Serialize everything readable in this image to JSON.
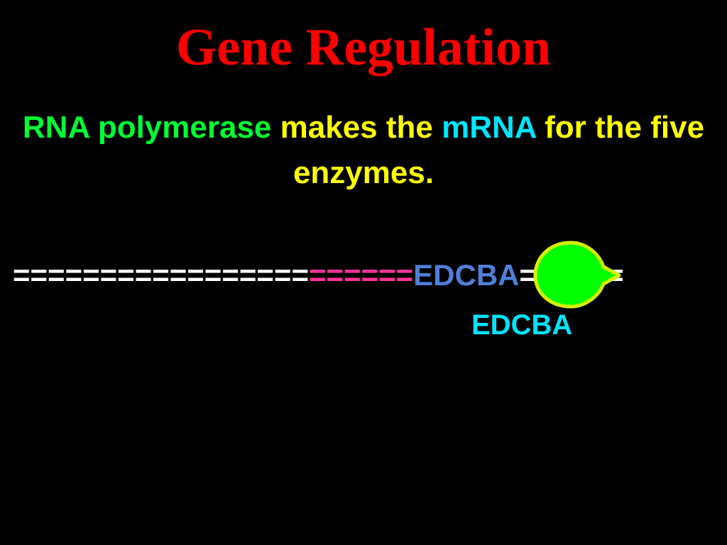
{
  "title": "Gene Regulation",
  "subtitle": {
    "part1": "RNA polymerase",
    "part2": " makes the ",
    "part3": "mRNA",
    "part4": " for the five enzymes."
  },
  "dna": {
    "segment_white_left": "=================",
    "segment_promoter": "======",
    "segment_genes": "EDCBA",
    "segment_white_right": "======"
  },
  "mrna_label": "EDCBA",
  "colors": {
    "background": "#000000",
    "title": "#ff0000",
    "subtitle_text": "#ffff00",
    "rna_polymerase": "#00ff33",
    "mrna": "#00e5ff",
    "dna_plain": "#ffffff",
    "dna_promoter": "#ff3399",
    "dna_genes": "#4f7fd9",
    "polymerase_fill": "#00ff00",
    "polymerase_stroke": "#d4f000"
  },
  "icons": {
    "polymerase": "rna-polymerase-teardrop-shape"
  }
}
